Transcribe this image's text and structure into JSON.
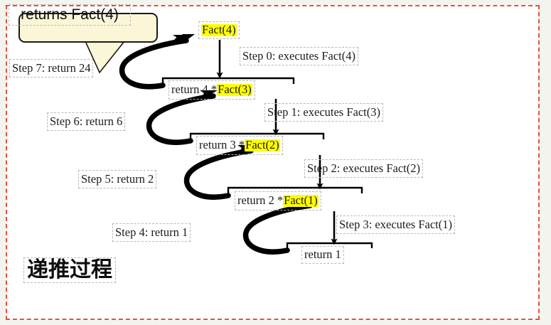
{
  "diagram": {
    "title_cn": "递推过程",
    "callout": {
      "text": "returns Fact(4)"
    },
    "frame_color": "#e8503a",
    "highlight_color": "#ffff00",
    "callout_fill": "#fbf6d7"
  },
  "nodes": [
    {
      "id": "fact4",
      "plain": "",
      "highlight": "Fact(4)"
    },
    {
      "id": "return4",
      "plain": "return 4 * ",
      "highlight": "Fact(3)"
    },
    {
      "id": "return3",
      "plain": "return 3 * ",
      "highlight": "Fact(2)"
    },
    {
      "id": "return2",
      "plain": "return 2 * ",
      "highlight": "Fact(1)"
    },
    {
      "id": "return1",
      "plain": "return 1",
      "highlight": ""
    }
  ],
  "steps_down": [
    {
      "label": "Step 0: executes Fact(4)"
    },
    {
      "label": "Step 1: executes Fact(3)"
    },
    {
      "label": "Step 2: executes Fact(2)"
    },
    {
      "label": "Step 3: executes Fact(1)"
    }
  ],
  "steps_up": [
    {
      "label": "Step 7: return 24"
    },
    {
      "label": "Step 6: return 6"
    },
    {
      "label": "Step 5: return 2"
    },
    {
      "label": "Step 4: return 1"
    }
  ]
}
